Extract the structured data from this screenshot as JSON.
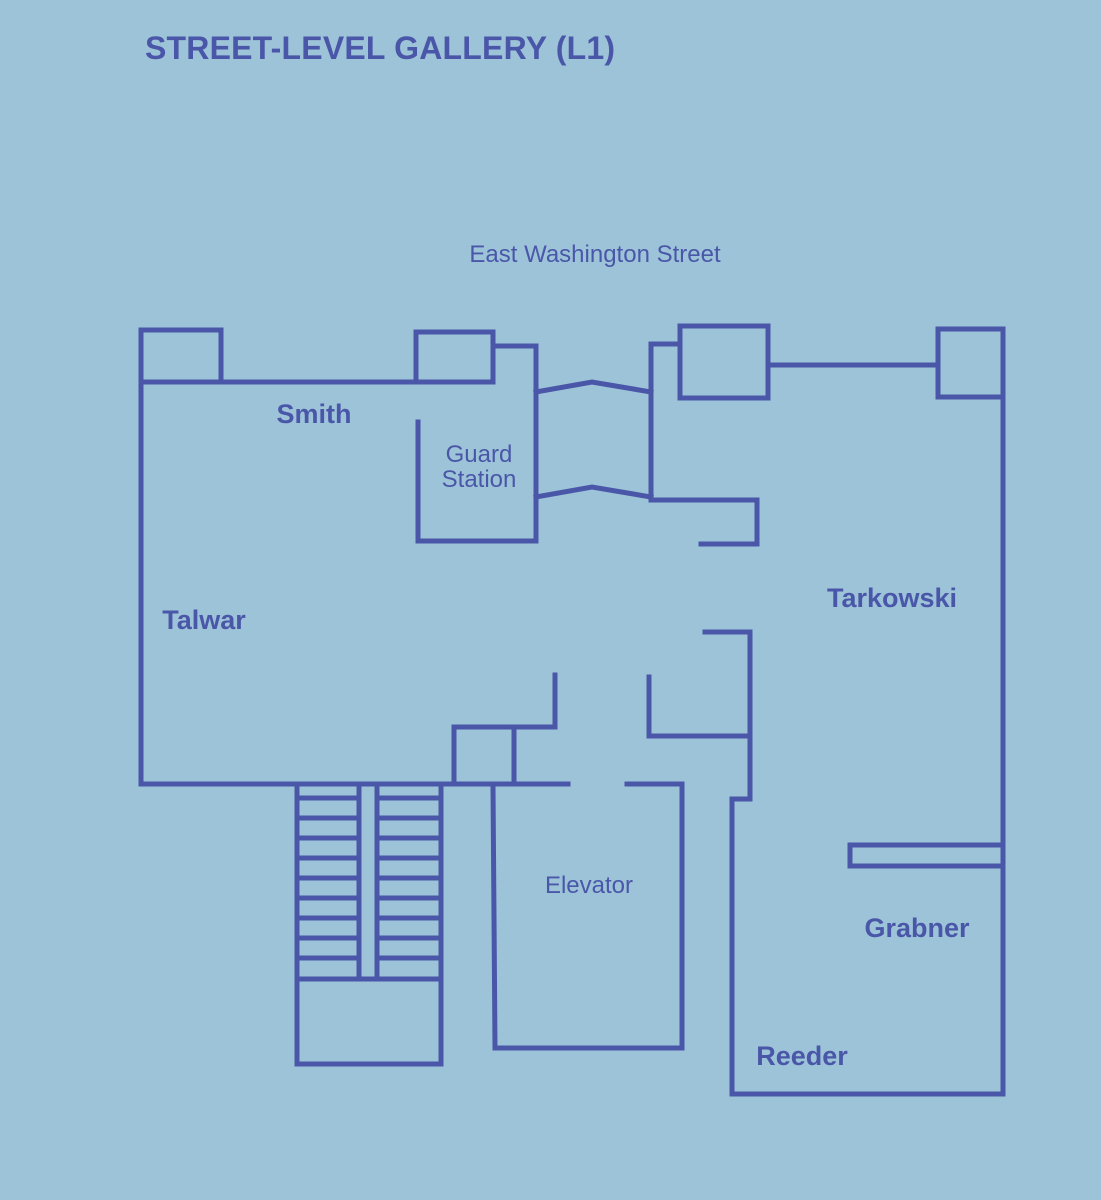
{
  "map": {
    "title": "STREET-LEVEL GALLERY (L1)",
    "street": "East Washington Street",
    "rooms": {
      "smith": "Smith",
      "guard_line1": "Guard",
      "guard_line2": "Station",
      "talwar": "Talwar",
      "tarkowski": "Tarkowski",
      "elevator": "Elevator",
      "grabner": "Grabner",
      "reeder": "Reeder"
    }
  },
  "colors": {
    "background": "#9dc3d9",
    "line": "#4a57a8"
  }
}
